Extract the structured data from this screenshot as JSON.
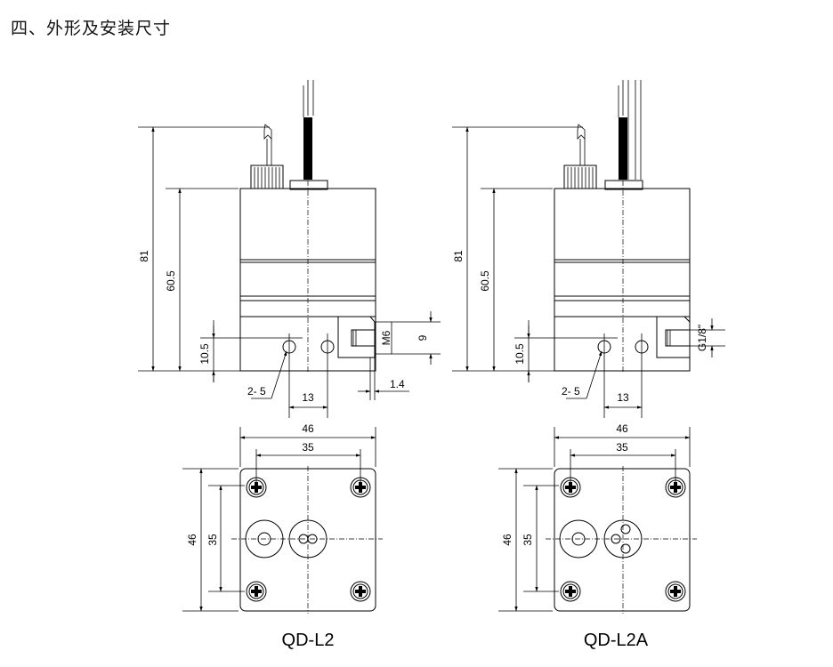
{
  "section_title": "四、外形及安装尺寸",
  "models": [
    {
      "caption": "QD-L2",
      "side_view": {
        "dim_total_height": "81",
        "dim_body_height": "60.5",
        "dim_mount_hole_height": "10.5",
        "dim_holes_note": "2- 5",
        "dim_hole_spacing": "13",
        "dim_port_thread": "M6",
        "dim_port_height": "9",
        "dim_port_protrusion": "1.4"
      },
      "bottom_view": {
        "dim_outer_width": "46",
        "dim_hole_pitch_x": "35",
        "dim_outer_height": "46",
        "dim_hole_pitch_y": "35"
      }
    },
    {
      "caption": "QD-L2A",
      "side_view": {
        "dim_total_height": "81",
        "dim_body_height": "60.5",
        "dim_mount_hole_height": "10.5",
        "dim_holes_note": "2- 5",
        "dim_hole_spacing": "13",
        "dim_port_thread": "G1/8\""
      },
      "bottom_view": {
        "dim_outer_width": "46",
        "dim_hole_pitch_x": "35",
        "dim_outer_height": "46",
        "dim_hole_pitch_y": "35"
      }
    }
  ]
}
